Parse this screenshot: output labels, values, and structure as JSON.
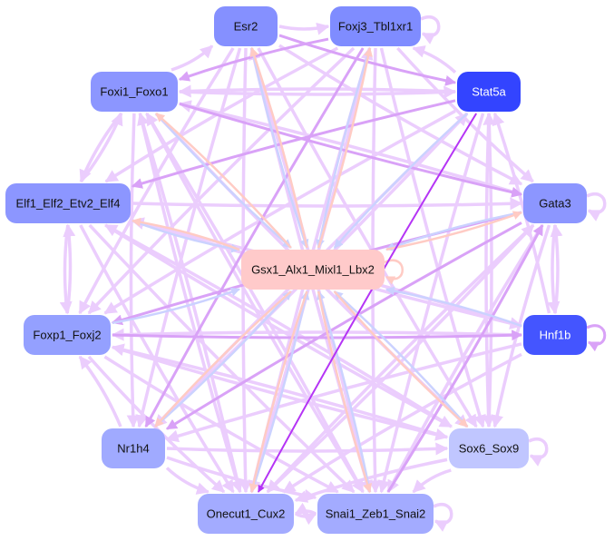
{
  "nodes": [
    {
      "id": "esr2",
      "label": "Esr2",
      "color": "#8590ff",
      "text": "#111"
    },
    {
      "id": "foxj3",
      "label": "Foxj3_Tbl1xr1",
      "color": "#7f8cff",
      "text": "#111"
    },
    {
      "id": "stat5a",
      "label": "Stat5a",
      "color": "#3344ff",
      "text": "#fff"
    },
    {
      "id": "foxi1",
      "label": "Foxi1_Foxo1",
      "color": "#8c96ff",
      "text": "#111"
    },
    {
      "id": "elf1",
      "label": "Elf1_Elf2_Etv2_Elf4",
      "color": "#8c96ff",
      "text": "#111"
    },
    {
      "id": "gata3",
      "label": "Gata3",
      "color": "#8c96ff",
      "text": "#111"
    },
    {
      "id": "gsx1",
      "label": "Gsx1_Alx1_Mixl1_Lbx2",
      "color": "#ffcaca",
      "text": "#111"
    },
    {
      "id": "foxp1",
      "label": "Foxp1_Foxj2",
      "color": "#94a0ff",
      "text": "#111"
    },
    {
      "id": "hnf1b",
      "label": "Hnf1b",
      "color": "#4455ff",
      "text": "#fff"
    },
    {
      "id": "nr1h4",
      "label": "Nr1h4",
      "color": "#a0aaff",
      "text": "#111"
    },
    {
      "id": "sox6",
      "label": "Sox6_Sox9",
      "color": "#c0c6ff",
      "text": "#111"
    },
    {
      "id": "onecut1",
      "label": "Onecut1_Cux2",
      "color": "#a3abff",
      "text": "#111"
    },
    {
      "id": "snai1",
      "label": "Snai1_Zeb1_Snai2",
      "color": "#a3abff",
      "text": "#111"
    }
  ],
  "edge_colors": {
    "light": "#ebcdfd",
    "medium": "#d9a2f7",
    "dark": "#b535f5",
    "pink": "#ffcbc4",
    "blue": "#cbd2ff"
  },
  "edges": [
    [
      "esr2",
      "foxj3",
      "light"
    ],
    [
      "foxj3",
      "foxj3",
      "light"
    ],
    [
      "foxi1",
      "esr2",
      "light"
    ],
    [
      "foxj3",
      "foxi1",
      "medium"
    ],
    [
      "stat5a",
      "foxj3",
      "light"
    ],
    [
      "esr2",
      "stat5a",
      "medium"
    ],
    [
      "stat5a",
      "foxi1",
      "light"
    ],
    [
      "foxi1",
      "stat5a",
      "light"
    ],
    [
      "foxi1",
      "elf1",
      "light"
    ],
    [
      "elf1",
      "foxi1",
      "light"
    ],
    [
      "foxi1",
      "gata3",
      "medium"
    ],
    [
      "elf1",
      "gata3",
      "light"
    ],
    [
      "gata3",
      "gata3",
      "light"
    ],
    [
      "hnf1b",
      "hnf1b",
      "medium"
    ],
    [
      "sox6",
      "sox6",
      "light"
    ],
    [
      "snai1",
      "snai1",
      "light"
    ],
    [
      "elf1",
      "foxp1",
      "light"
    ],
    [
      "foxp1",
      "elf1",
      "light"
    ],
    [
      "gata3",
      "hnf1b",
      "light"
    ],
    [
      "hnf1b",
      "gata3",
      "light"
    ],
    [
      "foxp1",
      "hnf1b",
      "medium"
    ],
    [
      "hnf1b",
      "foxp1",
      "light"
    ],
    [
      "onecut1",
      "snai1",
      "light"
    ],
    [
      "snai1",
      "onecut1",
      "light"
    ],
    [
      "gsx1",
      "esr2",
      "pink"
    ],
    [
      "esr2",
      "gsx1",
      "blue"
    ],
    [
      "gsx1",
      "foxj3",
      "pink"
    ],
    [
      "foxj3",
      "gsx1",
      "blue"
    ],
    [
      "gsx1",
      "foxi1",
      "pink"
    ],
    [
      "foxi1",
      "gsx1",
      "blue"
    ],
    [
      "gsx1",
      "elf1",
      "pink"
    ],
    [
      "elf1",
      "gsx1",
      "blue"
    ],
    [
      "stat5a",
      "gsx1",
      "blue"
    ],
    [
      "gsx1",
      "gata3",
      "pink"
    ],
    [
      "gata3",
      "gsx1",
      "blue"
    ],
    [
      "hnf1b",
      "gsx1",
      "blue"
    ],
    [
      "foxp1",
      "gsx1",
      "blue"
    ],
    [
      "gsx1",
      "nr1h4",
      "pink"
    ],
    [
      "nr1h4",
      "gsx1",
      "blue"
    ],
    [
      "gsx1",
      "onecut1",
      "pink"
    ],
    [
      "onecut1",
      "gsx1",
      "blue"
    ],
    [
      "gsx1",
      "snai1",
      "pink"
    ],
    [
      "snai1",
      "gsx1",
      "blue"
    ],
    [
      "gsx1",
      "sox6",
      "pink"
    ],
    [
      "sox6",
      "gsx1",
      "blue"
    ],
    [
      "gsx1",
      "gsx1",
      "pink"
    ],
    [
      "stat5a",
      "onecut1",
      "dark"
    ],
    [
      "foxj3",
      "nr1h4",
      "medium"
    ],
    [
      "esr2",
      "nr1h4",
      "light"
    ],
    [
      "esr2",
      "onecut1",
      "light"
    ],
    [
      "esr2",
      "snai1",
      "light"
    ],
    [
      "esr2",
      "sox6",
      "light"
    ],
    [
      "esr2",
      "gata3",
      "light"
    ],
    [
      "esr2",
      "foxp1",
      "light"
    ],
    [
      "foxj3",
      "onecut1",
      "light"
    ],
    [
      "foxj3",
      "snai1",
      "light"
    ],
    [
      "foxj3",
      "sox6",
      "light"
    ],
    [
      "foxj3",
      "gata3",
      "light"
    ],
    [
      "foxj3",
      "elf1",
      "light"
    ],
    [
      "foxj3",
      "foxp1",
      "light"
    ],
    [
      "stat5a",
      "elf1",
      "medium"
    ],
    [
      "stat5a",
      "foxp1",
      "light"
    ],
    [
      "stat5a",
      "nr1h4",
      "light"
    ],
    [
      "stat5a",
      "snai1",
      "light"
    ],
    [
      "stat5a",
      "sox6",
      "light"
    ],
    [
      "gata3",
      "foxp1",
      "medium"
    ],
    [
      "gata3",
      "nr1h4",
      "medium"
    ],
    [
      "gata3",
      "onecut1",
      "light"
    ],
    [
      "gata3",
      "snai1",
      "light"
    ],
    [
      "gata3",
      "sox6",
      "light"
    ],
    [
      "hnf1b",
      "nr1h4",
      "light"
    ],
    [
      "hnf1b",
      "onecut1",
      "light"
    ],
    [
      "hnf1b",
      "stat5a",
      "light"
    ],
    [
      "sox6",
      "stat5a",
      "light"
    ],
    [
      "sox6",
      "foxp1",
      "light"
    ],
    [
      "sox6",
      "elf1",
      "light"
    ],
    [
      "sox6",
      "onecut1",
      "light"
    ],
    [
      "sox6",
      "snai1",
      "light"
    ],
    [
      "nr1h4",
      "foxp1",
      "light"
    ],
    [
      "nr1h4",
      "onecut1",
      "light"
    ],
    [
      "nr1h4",
      "snai1",
      "light"
    ],
    [
      "nr1h4",
      "sox6",
      "light"
    ],
    [
      "foxi1",
      "onecut1",
      "light"
    ],
    [
      "foxi1",
      "snai1",
      "light"
    ],
    [
      "foxi1",
      "nr1h4",
      "light"
    ],
    [
      "foxi1",
      "sox6",
      "light"
    ],
    [
      "elf1",
      "onecut1",
      "light"
    ],
    [
      "elf1",
      "snai1",
      "light"
    ],
    [
      "elf1",
      "sox6",
      "light"
    ],
    [
      "elf1",
      "hnf1b",
      "light"
    ],
    [
      "foxp1",
      "onecut1",
      "light"
    ],
    [
      "foxp1",
      "snai1",
      "light"
    ],
    [
      "foxp1",
      "sox6",
      "light"
    ],
    [
      "onecut1",
      "foxi1",
      "light"
    ],
    [
      "snai1",
      "foxi1",
      "light"
    ],
    [
      "snai1",
      "esr2",
      "light"
    ],
    [
      "onecut1",
      "foxj3",
      "light"
    ],
    [
      "snai1",
      "gata3",
      "medium"
    ],
    [
      "onecut1",
      "gata3",
      "light"
    ],
    [
      "nr1h4",
      "stat5a",
      "light"
    ],
    [
      "hnf1b",
      "elf1",
      "light"
    ],
    [
      "gata3",
      "foxi1",
      "light"
    ]
  ]
}
